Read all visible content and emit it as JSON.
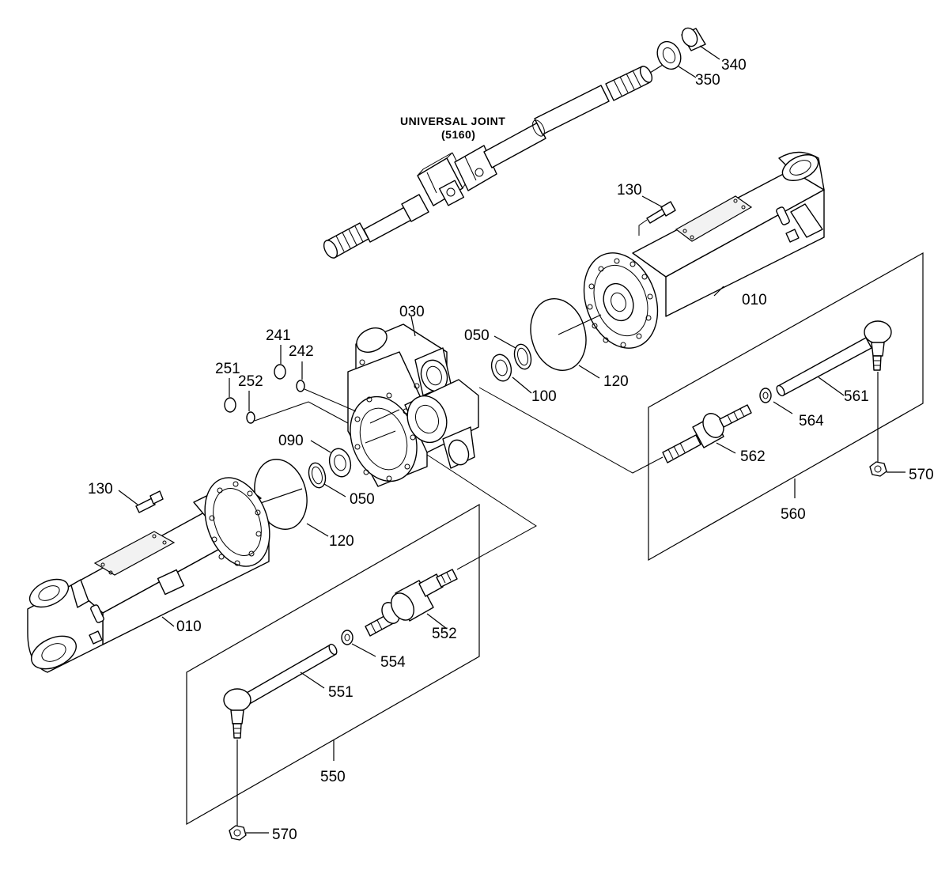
{
  "diagram": {
    "annotation": {
      "line1": "UNIVERSAL JOINT",
      "line2": "(5160)"
    },
    "labels": {
      "p340": "340",
      "p350": "350",
      "p130_top": "130",
      "p010_right": "010",
      "p030": "030",
      "p050_top": "050",
      "p100": "100",
      "p120_right": "120",
      "p241": "241",
      "p242": "242",
      "p251": "251",
      "p252": "252",
      "p090": "090",
      "p050_mid": "050",
      "p130_left": "130",
      "p120_left": "120",
      "p010_left": "010",
      "p561": "561",
      "p564": "564",
      "p562": "562",
      "p570_right": "570",
      "p560": "560",
      "p552": "552",
      "p554": "554",
      "p551": "551",
      "p550": "550",
      "p570_bottom": "570"
    }
  }
}
